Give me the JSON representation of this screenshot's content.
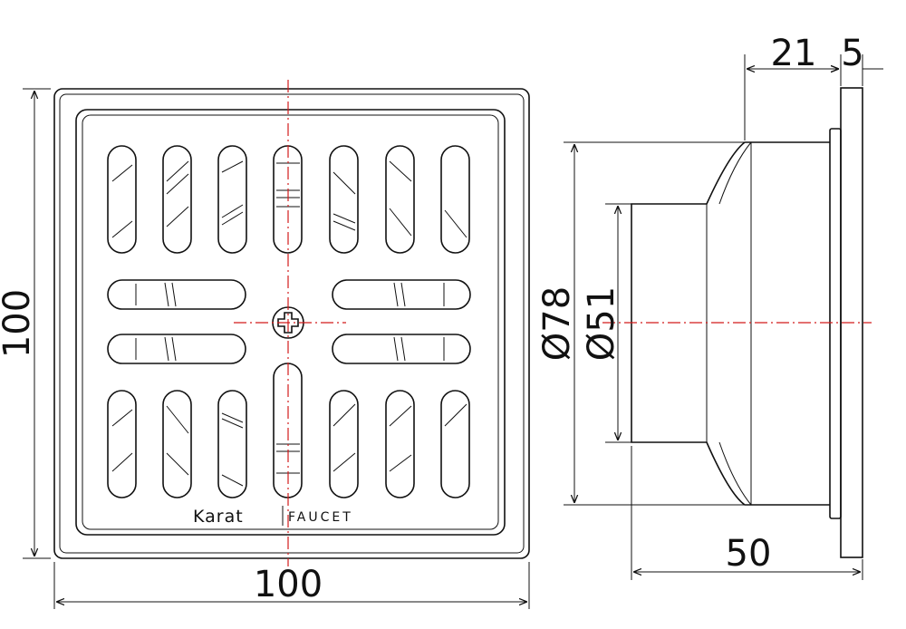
{
  "drawing": {
    "front_view": {
      "width_label": "100",
      "height_label": "100",
      "brand_name": "Karat",
      "brand_suffix": "FAUCET"
    },
    "side_view": {
      "outer_diameter_label": "Ø78",
      "inner_diameter_label": "Ø51",
      "depth_label": "50",
      "body_length_label": "21",
      "flange_thickness_label": "5"
    }
  }
}
